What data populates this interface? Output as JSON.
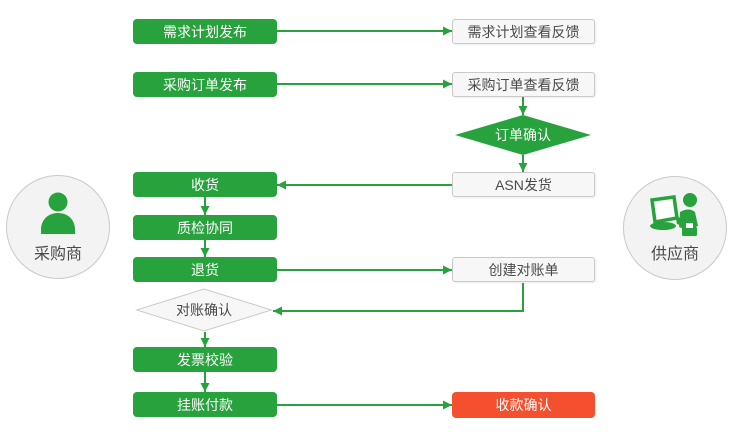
{
  "actors": {
    "buyer": {
      "label": "采购商",
      "icon": "person-icon"
    },
    "supplier": {
      "label": "供应商",
      "icon": "person-at-computer-icon"
    }
  },
  "buyer_steps": {
    "demand_plan_publish": "需求计划发布",
    "po_publish": "采购订单发布",
    "receive_goods": "收货",
    "quality_collab": "质检协同",
    "return_goods": "退货",
    "reconciliation_confirm": "对账确认",
    "invoice_verify": "发票校验",
    "account_payment": "挂账付款"
  },
  "supplier_steps": {
    "demand_plan_feedback": "需求计划查看反馈",
    "po_feedback": "采购订单查看反馈",
    "order_confirm": "订单确认",
    "asn_ship": "ASN发货",
    "create_statement": "创建对账单",
    "payment_confirm": "收款确认"
  },
  "colors": {
    "green": "#28a23c",
    "red": "#f4502f",
    "gray_fill": "#f7f7f7",
    "gray_border": "#c9c9c9",
    "text_dark": "#4a4a4a",
    "white": "#ffffff"
  }
}
